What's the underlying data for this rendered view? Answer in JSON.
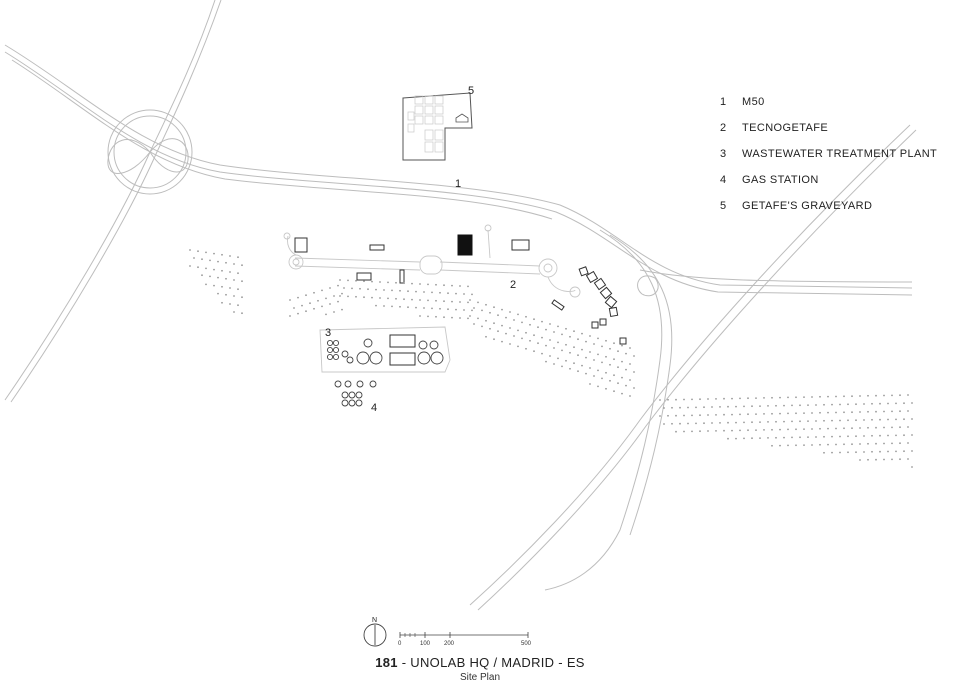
{
  "map": {
    "labels": {
      "m50": "1",
      "tecnogetafe": "2",
      "treatment_plant": "3",
      "gas_station": "4",
      "graveyard": "5"
    }
  },
  "legend": {
    "items": [
      {
        "num": "1",
        "label": "M50"
      },
      {
        "num": "2",
        "label": "TECNOGETAFE"
      },
      {
        "num": "3",
        "label": "WASTEWATER TREATMENT PLANT"
      },
      {
        "num": "4",
        "label": "GAS STATION"
      },
      {
        "num": "5",
        "label": "GETAFE'S GRAVEYARD"
      }
    ]
  },
  "north_arrow": {
    "letter": "N"
  },
  "scale_bar": {
    "ticks": [
      "0",
      "100",
      "200",
      "500"
    ]
  },
  "title": {
    "number": "181",
    "rest": " - UNOLAB HQ / MADRID - ES",
    "subtitle": "Site Plan"
  }
}
